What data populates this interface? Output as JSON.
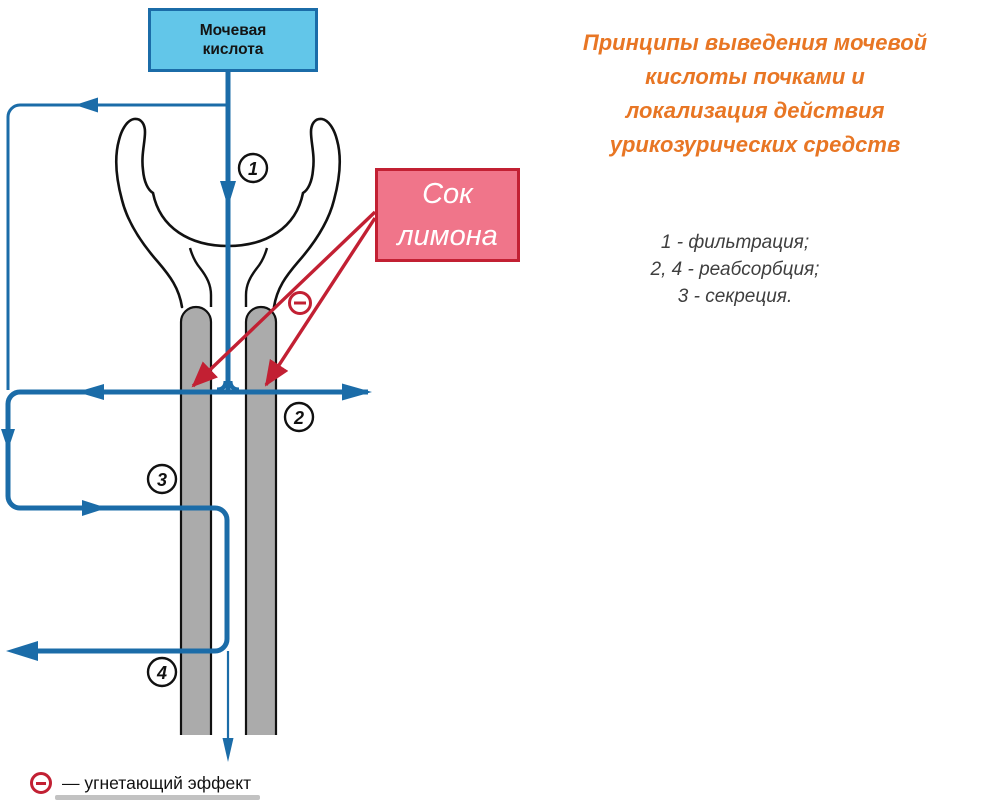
{
  "title": {
    "lines": [
      "Принципы выведения мочевой",
      "кислоты почками и",
      "локализация действия",
      "урикозурических средств"
    ]
  },
  "notes": {
    "lines": [
      "1 - фильтрация;",
      "2, 4 - реабсорбция;",
      "3 - секреция."
    ]
  },
  "uric_acid_box": {
    "label_lines": [
      "Мочевая",
      "кислота"
    ]
  },
  "lemon_box": {
    "label_lines": [
      "Сок",
      "лимона"
    ]
  },
  "markers": [
    {
      "label": "1"
    },
    {
      "label": "2"
    },
    {
      "label": "3"
    },
    {
      "label": "4"
    }
  ],
  "legend": {
    "symbol": "minus-in-circle-icon",
    "text": "— угнетающий эффект"
  },
  "colors": {
    "flow_blue": "#1B6CA8",
    "uric_box_fill": "#62C6E9",
    "inhibit_red": "#C22033",
    "lemon_box_fill": "#F0758A",
    "tubule_wall_gray": "#ABABAB",
    "title_orange": "#E87624",
    "notes_gray": "#3F3F3F",
    "outline_black": "#111111"
  }
}
